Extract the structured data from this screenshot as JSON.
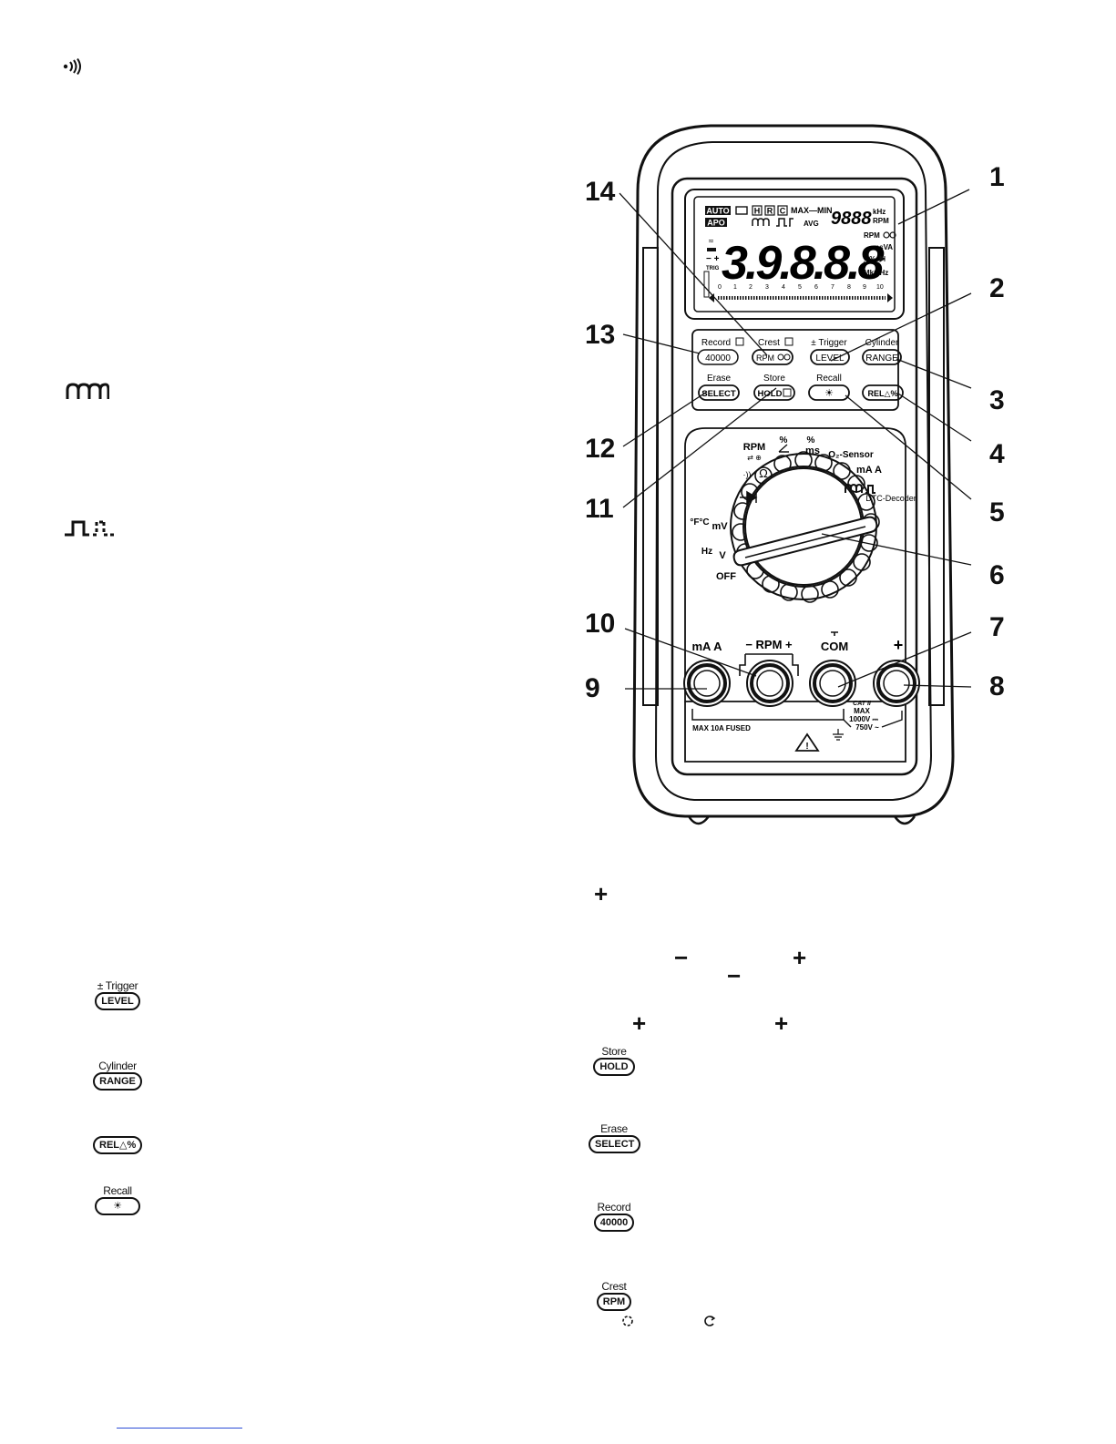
{
  "left_symbols": {
    "continuity_icon": "continuity-beeper-icon",
    "dwell_icon": "dwell-waveform-icon",
    "duty_icon": "duty-pulse-icon"
  },
  "left_buttons": [
    {
      "label": "± Trigger",
      "key": "LEVEL"
    },
    {
      "label": "Cylinder",
      "key": "RANGE"
    },
    {
      "label": "",
      "key": "REL△%"
    },
    {
      "label": "Recall",
      "key": "☀"
    }
  ],
  "right_buttons": [
    {
      "label": "Store",
      "key": "HOLD"
    },
    {
      "label": "Erase",
      "key": "SELECT"
    },
    {
      "label": "Record",
      "key": "40000"
    },
    {
      "label": "Crest",
      "key": "RPM"
    }
  ],
  "right_symbols": {
    "plus": "+",
    "minus": "−"
  },
  "meter": {
    "display": {
      "auto": "AUTO",
      "apo": "APO",
      "h": "H",
      "r": "R",
      "c": "C",
      "max_min": "MAX—MIN",
      "small_digits": "9888",
      "khz": "kHz",
      "rpm": "RPM",
      "avg": "AVG",
      "main_digits": "3.9.8.8.8",
      "rpm_icons": "RPM",
      "msva": "msVA",
      "delta_pct": "△%",
      "mkohm": "MkΩHz",
      "trig": "TRIG",
      "bar_ticks": [
        "0",
        "1",
        "2",
        "3",
        "4",
        "5",
        "6",
        "7",
        "8",
        "9",
        "10"
      ]
    },
    "buttons": {
      "record_label": "Record",
      "record_key": "40000",
      "crest_label": "Crest",
      "crest_key": "RPM",
      "trigger_label": "± Trigger",
      "trigger_key": "LEVEL",
      "cylinder_label": "Cylinder",
      "cylinder_key": "RANGE",
      "erase_label": "Erase",
      "erase_key": "SELECT",
      "store_label": "Store",
      "store_key": "HOLD",
      "recall_label": "Recall",
      "recall_key": "☀",
      "rel_key": "REL△%"
    },
    "dial": {
      "rpm": "RPM",
      "pct1": "%",
      "pct2": "%",
      "ms": "ms",
      "o2": "O₂-Sensor",
      "ma_a": "mA A",
      "dtc": "DTC-Decoder",
      "ohm": "Ω",
      "f_c": "°F°C",
      "mv": "mV",
      "hz": "Hz",
      "v": "V",
      "off": "OFF"
    },
    "jacks": {
      "ma_a": "mA A",
      "rpm": "− RPM +",
      "com": "COM",
      "plus": "+",
      "fused": "MAX 10A FUSED",
      "cat": "CAT II",
      "max": "MAX",
      "v1000": "1000V ⎓",
      "v750": "750V ~"
    },
    "callouts": [
      "1",
      "2",
      "3",
      "4",
      "5",
      "6",
      "7",
      "8",
      "9",
      "10",
      "11",
      "12",
      "13",
      "14"
    ]
  }
}
